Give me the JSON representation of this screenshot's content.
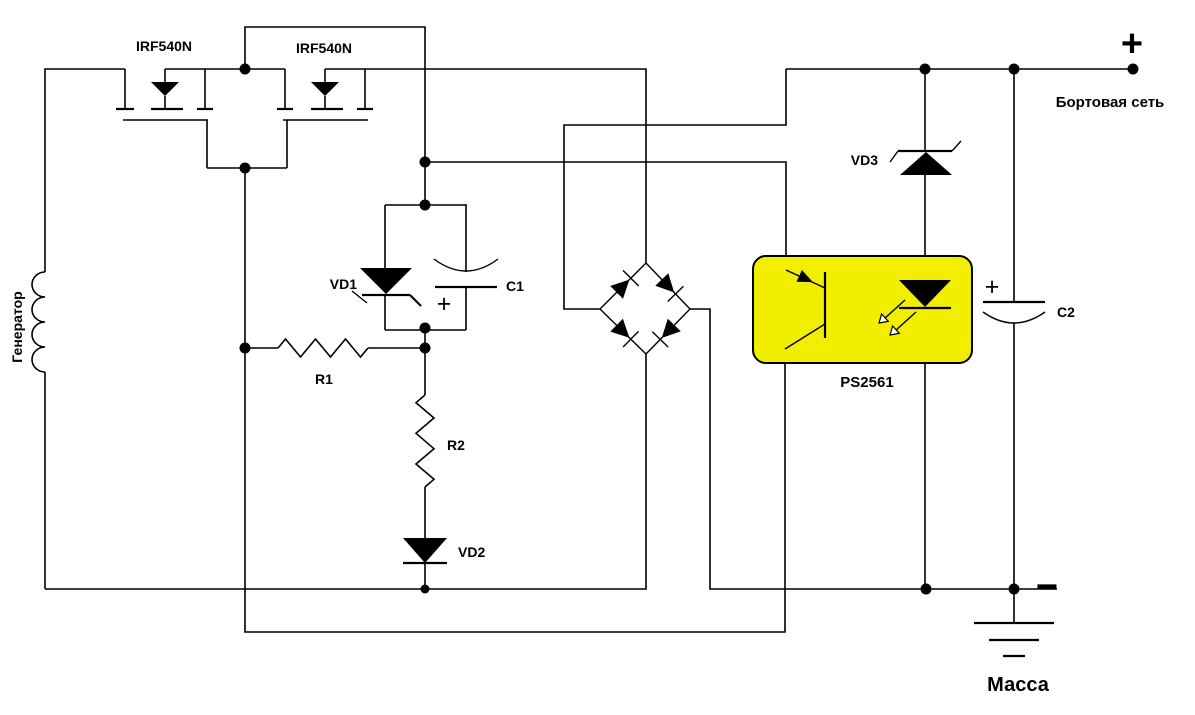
{
  "colors": {
    "background": "#ffffff",
    "line": "#000000",
    "optocoupler_fill": "#f2ee00"
  },
  "components": {
    "mosfet1": {
      "label": "IRF540N"
    },
    "mosfet2": {
      "label": "IRF540N"
    },
    "generator": {
      "label": "Генератор"
    },
    "vd1": {
      "label": "VD1"
    },
    "c1": {
      "label": "C1",
      "polarity": "+"
    },
    "r1": {
      "label": "R1"
    },
    "r2": {
      "label": "R2"
    },
    "vd2": {
      "label": "VD2"
    },
    "vd3": {
      "label": "VD3"
    },
    "c2": {
      "label": "C2",
      "polarity": "+"
    },
    "optocoupler": {
      "label": "PS2561"
    }
  },
  "terminals": {
    "positive": {
      "sign": "+",
      "label": "Бортовая сеть"
    },
    "negative": {
      "sign": "−",
      "label": "Масса"
    }
  }
}
